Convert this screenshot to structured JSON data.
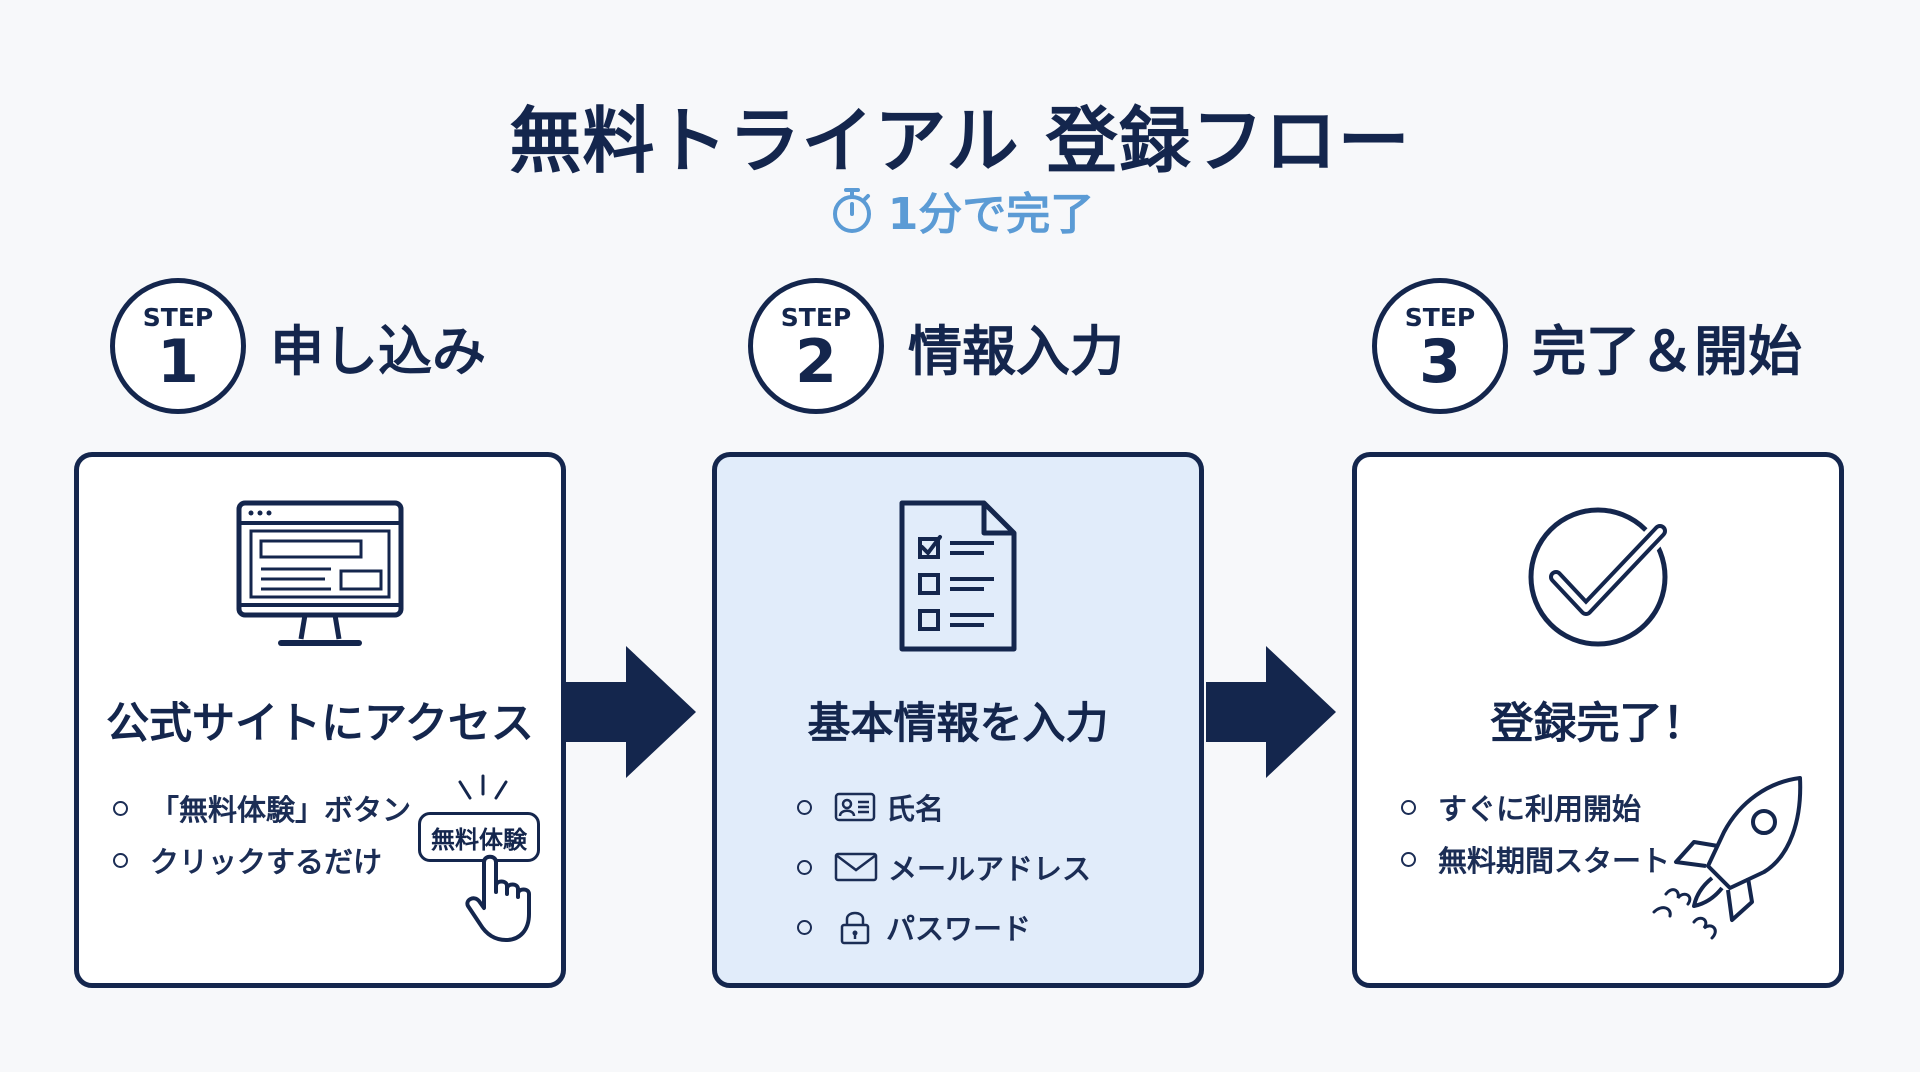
{
  "header": {
    "title": "無料トライアル 登録フロー",
    "subtitle": "1分で完了",
    "subtitle_icon": "stopwatch-icon"
  },
  "steps": [
    {
      "label": "STEP",
      "number": "1",
      "title": "申し込み",
      "icon": "monitor-icon",
      "heading": "公式サイトにアクセス",
      "bullets": [
        "「無料体験」ボタン",
        "クリックするだけ"
      ],
      "button_label": "無料体験"
    },
    {
      "label": "STEP",
      "number": "2",
      "title": "情報入力",
      "icon": "checklist-document-icon",
      "heading": "基本情報を入力",
      "bullets": [
        "氏名",
        "メールアドレス",
        "パスワード"
      ],
      "bullet_icons": [
        "id-card-icon",
        "envelope-icon",
        "lock-icon"
      ]
    },
    {
      "label": "STEP",
      "number": "3",
      "title": "完了＆開始",
      "icon": "check-circle-icon",
      "heading": "登録完了！",
      "bullets": [
        "すぐに利用開始",
        "無料期間スタート"
      ]
    }
  ],
  "colors": {
    "navy": "#14264d",
    "accent_blue": "#5b9bd5",
    "highlight_card": "#e1ecfa",
    "background": "#f7f8fa"
  }
}
